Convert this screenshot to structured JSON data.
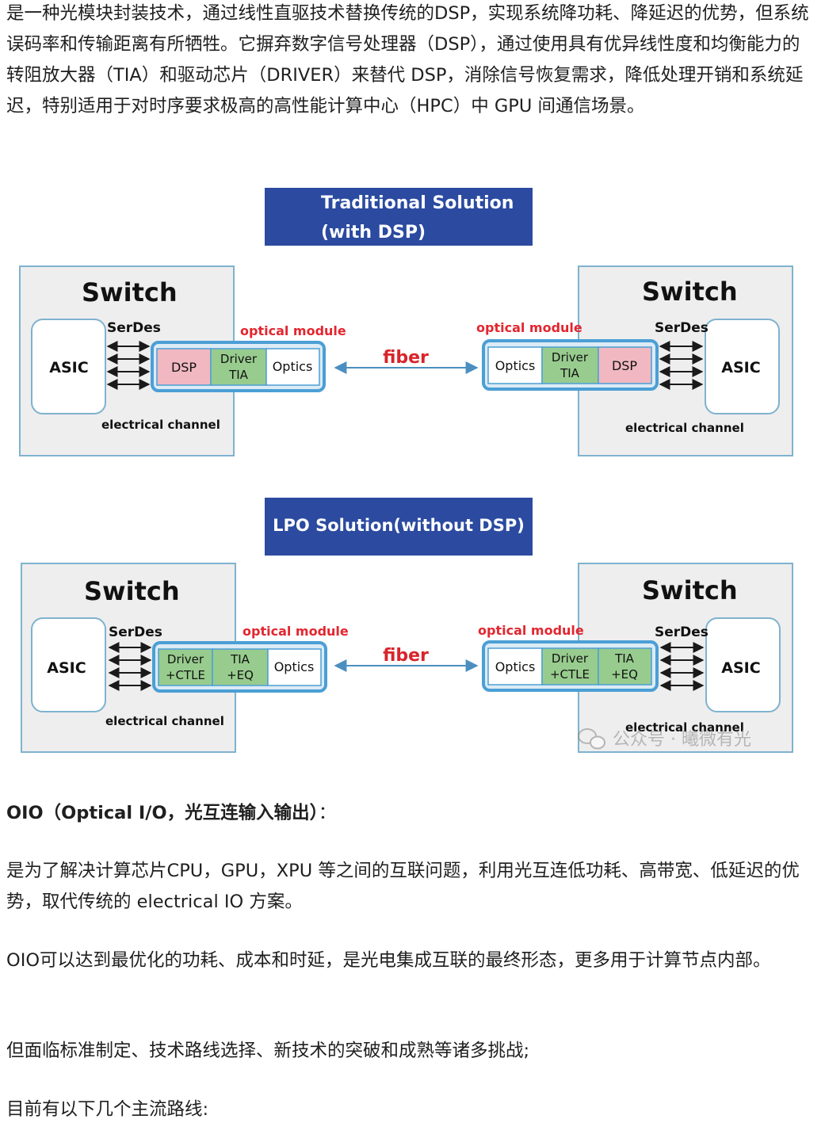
{
  "paragraphs": {
    "intro": "是一种光模块封装技术，通过线性直驱技术替换传统的DSP，实现系统降功耗、降延迟的优势，但系统误码率和传输距离有所牺牲。它摒弃数字信号处理器（DSP），通过使用具有优异线性度和均衡能力的转阻放大器（TIA）和驱动芯片（DRIVER）来替代 DSP，消除信号恢复需求，降低处理开销和系统延迟，特别适用于对时序要求极高的高性能计算中心（HPC）中 GPU 间通信场景。",
    "oio_heading": "OIO（Optical I/O，光互连输入输出）",
    "oio_heading_suffix": "：",
    "oio_desc": "是为了解决计算芯片CPU，GPU，XPU 等之间的互联问题，利用光互连低功耗、高带宽、低延迟的优势，取代传统的 electrical IO 方案。",
    "oio_benefit": "OIO可以达到最优化的功耗、成本和时延，是光电集成互联的最终形态，更多用于计算节点内部。",
    "challenges": "但面临标准制定、技术路线选择、新技术的突破和成熟等诸多挑战;",
    "routes": "目前有以下几个主流路线:"
  },
  "diagram": {
    "traditional": {
      "title_line1": "Traditional Solution",
      "title_line2": "(with DSP)",
      "switch": "Switch",
      "serdes": "SerDes",
      "asic": "ASIC",
      "module_label": "optical module",
      "fiber": "fiber",
      "channel": "electrical channel",
      "dsp": "DSP",
      "driver_tia_1": "Driver",
      "driver_tia_2": "TIA",
      "optics": "Optics"
    },
    "lpo": {
      "title": "LPO Solution(without DSP)",
      "switch": "Switch",
      "serdes": "SerDes",
      "asic": "ASIC",
      "module_label": "optical module",
      "fiber": "fiber",
      "channel": "electrical channel",
      "driver_1": "Driver",
      "driver_2": "+CTLE",
      "tia_1": "TIA",
      "tia_2": "+EQ",
      "optics": "Optics"
    },
    "watermark": "公众号 · 曦微有光",
    "colors": {
      "title_bg": "#2b4aa0",
      "switch_bg": "#eeeeee",
      "switch_border": "#7fb2cf",
      "module_border": "#4b9fd5",
      "dsp_fill": "#f1b8c1",
      "driver_fill": "#98cc8e",
      "module_label": "#e3262f",
      "fiber_text": "#d8242b",
      "fiber_arrow": "#4b8fc0"
    }
  }
}
